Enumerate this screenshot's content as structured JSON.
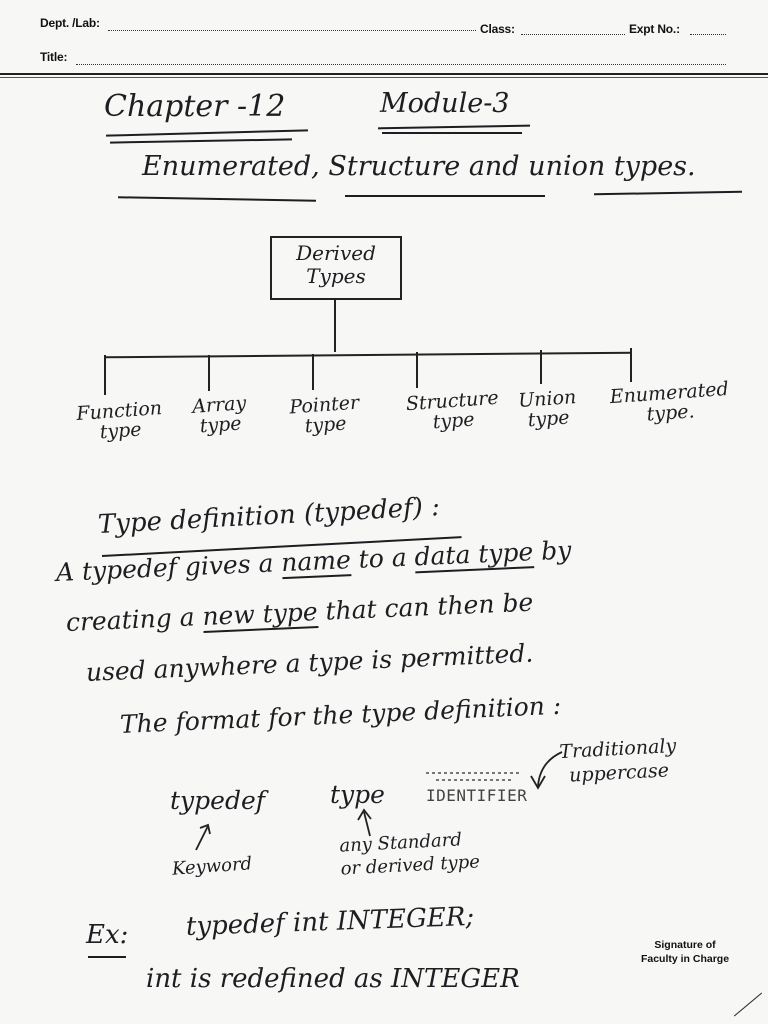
{
  "header": {
    "dept_label": "Dept. /Lab:",
    "class_label": "Class:",
    "expt_label": "Expt No.:",
    "title_label": "Title:"
  },
  "notes": {
    "chapter": "Chapter -12",
    "module": "Module-3",
    "topic": "Enumerated, Structure and union types.",
    "tree": {
      "root": "Derived\nTypes",
      "children": [
        "Function\ntype",
        "Array\ntype",
        "Pointer\ntype",
        "Structure\ntype",
        "Union\ntype",
        "Enumerated\ntype."
      ]
    },
    "section_heading": "Type definition (typedef) :",
    "para_line1_a": "A  typedef  gives  a ",
    "para_line1_name": "name",
    "para_line1_b": "  to  a ",
    "para_line1_datatype": "data type",
    "para_line1_c": "  by",
    "para_line2_a": "creating   a ",
    "para_line2_newtype": "new type",
    "para_line2_b": "  that  can  then  be",
    "para_line3": "used  anywhere  a  type  is  permitted.",
    "format_line": "The  format  for  the  type  definition :",
    "syntax": {
      "keyword": "typedef",
      "type": "type",
      "identifier": "IDENTIFIER",
      "note_identifier": "Traditionaly\nuppercase",
      "note_keyword": "Keyword",
      "note_type": "any Standard\nor derived type"
    },
    "example_label": "Ex:",
    "example_code": "typedef   int   INTEGER;",
    "example_note": "int  is  redefined  as  INTEGER"
  },
  "footer": {
    "signature_label": "Signature of\nFaculty in Charge"
  }
}
